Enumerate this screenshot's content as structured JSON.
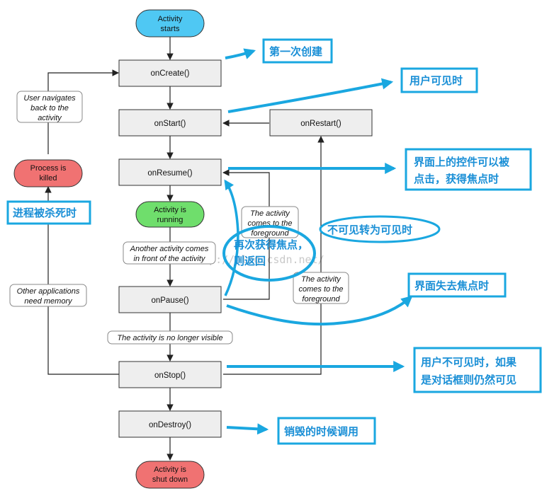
{
  "colors": {
    "start_pill": "#4fc8f3",
    "running_pill": "#6fde6c",
    "killed_pill": "#f07272",
    "method_box": "#eeeeee",
    "annotation_blue": "#1aa7e0"
  },
  "states": {
    "activity_starts": [
      "Activity",
      "starts"
    ],
    "activity_running": [
      "Activity is",
      "running"
    ],
    "process_killed": [
      "Process is",
      "killed"
    ],
    "activity_shut_down": [
      "Activity is",
      "shut down"
    ]
  },
  "methods": {
    "on_create": "onCreate()",
    "on_start": "onStart()",
    "on_restart": "onRestart()",
    "on_resume": "onResume()",
    "on_pause": "onPause()",
    "on_stop": "onStop()",
    "on_destroy": "onDestroy()"
  },
  "notes": {
    "user_navigates": [
      "User navigates",
      "back to the",
      "activity"
    ],
    "comes_to_foreground_inner": [
      "The activity",
      "comes to the",
      "foreground"
    ],
    "comes_to_foreground_outer": [
      "The activity",
      "comes to the",
      "foreground"
    ],
    "another_activity": [
      "Another activity comes",
      "in front of the activity"
    ],
    "other_apps": [
      "Other applications",
      "need memory"
    ],
    "no_longer_visible": "The activity is no longer visible"
  },
  "annotations": {
    "first_create": "第一次创建",
    "user_visible": "用户可见时",
    "resume_focus": [
      "界面上的控件可以被",
      "点击，获得焦点时"
    ],
    "process_killed": "进程被杀死时",
    "invisible_to_visible": "不可见转为可见时",
    "regain_focus": [
      "再次获得焦点，",
      "则返回"
    ],
    "lose_focus": "界面失去焦点时",
    "stop_invisible": [
      "用户不可见时，如果",
      "是对话框则仍然可见"
    ],
    "destroy": "销毁的时候调用"
  },
  "watermark": "http://blog.csdn.net/"
}
